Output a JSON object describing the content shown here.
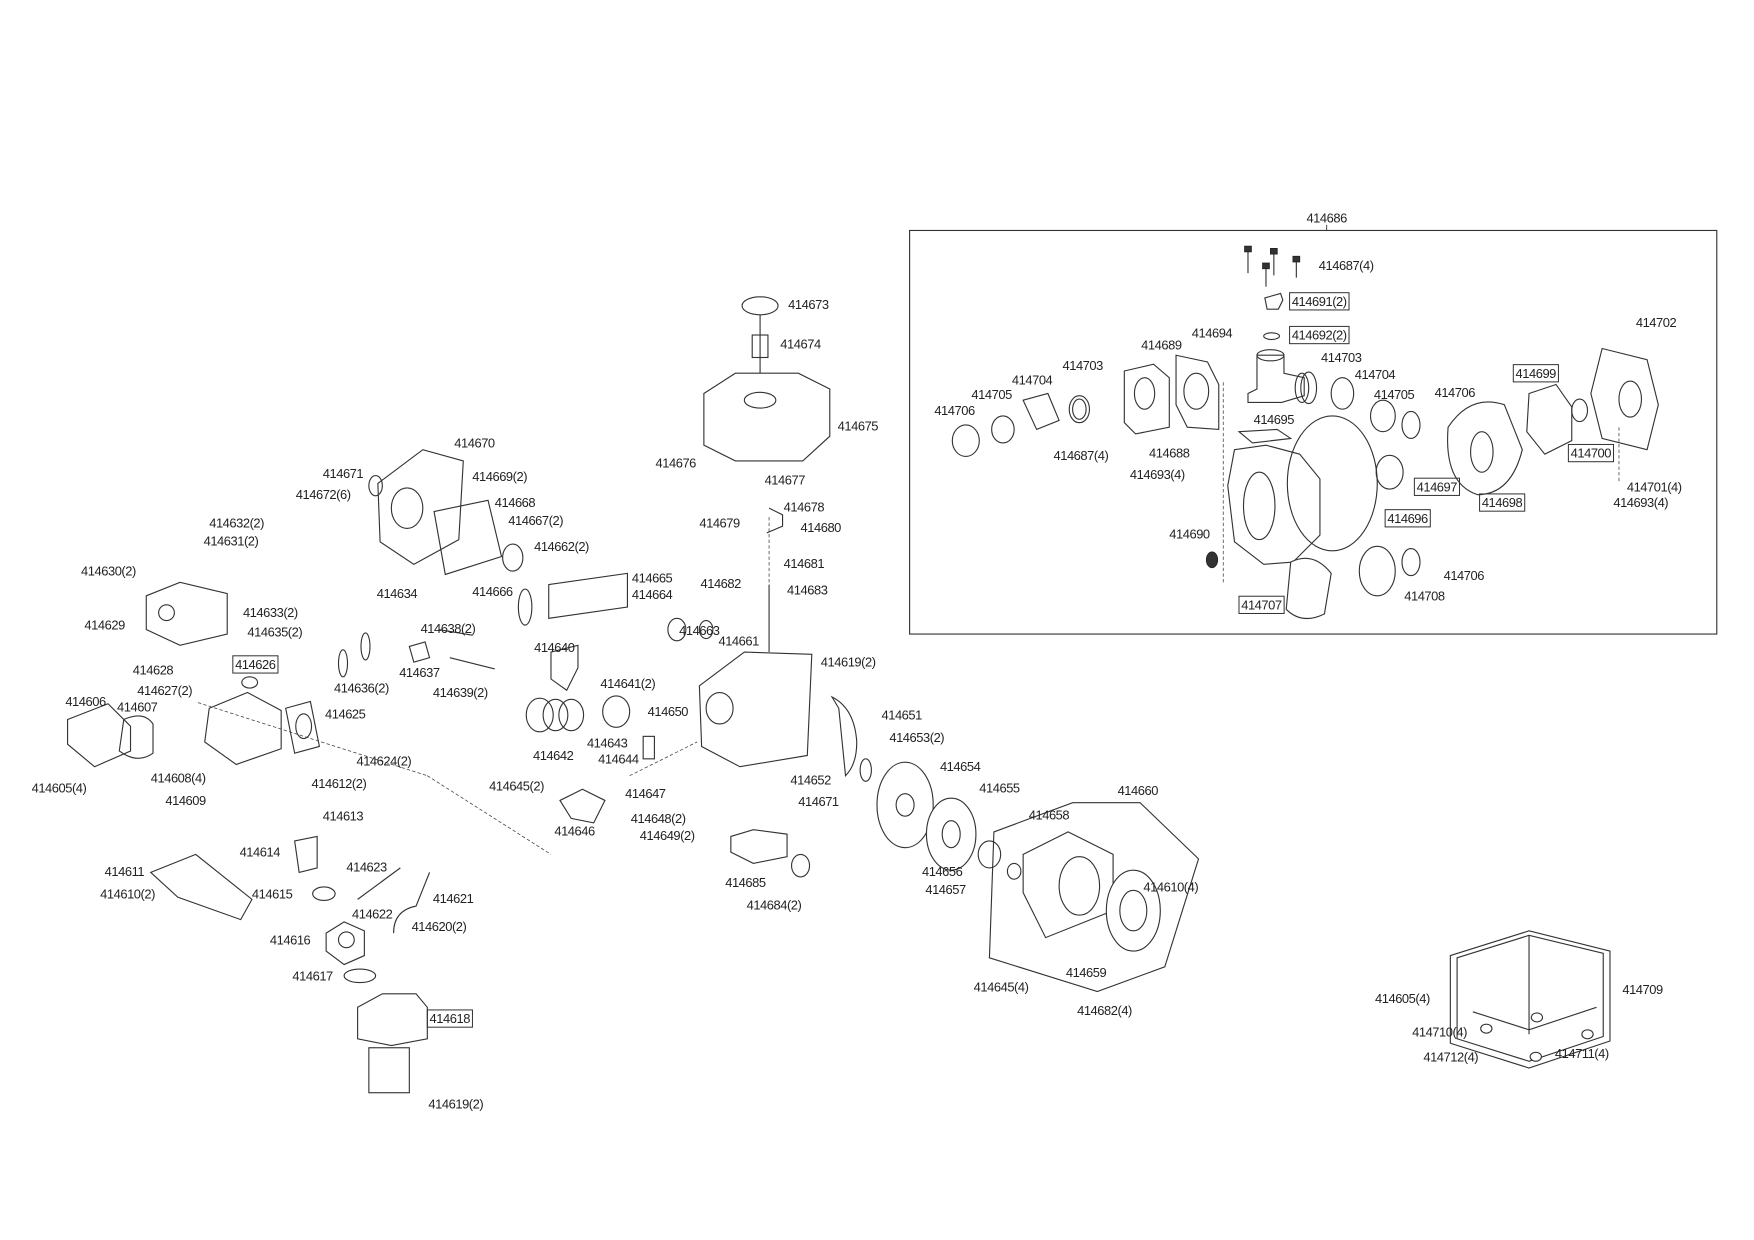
{
  "diagram": {
    "type": "exploded-parts-diagram",
    "pump_assembly_label": "414686",
    "labels": [
      {
        "text": "414686",
        "boxed": false
      },
      {
        "text": "414687(4)",
        "boxed": false
      },
      {
        "text": "414691(2)",
        "boxed": true
      },
      {
        "text": "414692(2)",
        "boxed": true
      },
      {
        "text": "414694",
        "boxed": false
      },
      {
        "text": "414689",
        "boxed": false
      },
      {
        "text": "414703",
        "boxed": false
      },
      {
        "text": "414704",
        "boxed": false
      },
      {
        "text": "414705",
        "boxed": false
      },
      {
        "text": "414706",
        "boxed": false
      },
      {
        "text": "414703",
        "boxed": false
      },
      {
        "text": "414704",
        "boxed": false
      },
      {
        "text": "414705",
        "boxed": false
      },
      {
        "text": "414706",
        "boxed": false
      },
      {
        "text": "414699",
        "boxed": true
      },
      {
        "text": "414702",
        "boxed": false
      },
      {
        "text": "414700",
        "boxed": true
      },
      {
        "text": "414701(4)",
        "boxed": false
      },
      {
        "text": "414693(4)",
        "boxed": false
      },
      {
        "text": "414698",
        "boxed": true
      },
      {
        "text": "414697",
        "boxed": true
      },
      {
        "text": "414696",
        "boxed": true
      },
      {
        "text": "414695",
        "boxed": false
      },
      {
        "text": "414687(4)",
        "boxed": false
      },
      {
        "text": "414688",
        "boxed": false
      },
      {
        "text": "414693(4)",
        "boxed": false
      },
      {
        "text": "414690",
        "boxed": false
      },
      {
        "text": "414706",
        "boxed": false
      },
      {
        "text": "414708",
        "boxed": false
      },
      {
        "text": "414707",
        "boxed": true
      },
      {
        "text": "414673",
        "boxed": false
      },
      {
        "text": "414674",
        "boxed": false
      },
      {
        "text": "414675",
        "boxed": false
      },
      {
        "text": "414676",
        "boxed": false
      },
      {
        "text": "414677",
        "boxed": false
      },
      {
        "text": "414678",
        "boxed": false
      },
      {
        "text": "414679",
        "boxed": false
      },
      {
        "text": "414680",
        "boxed": false
      },
      {
        "text": "414681",
        "boxed": false
      },
      {
        "text": "414682",
        "boxed": false
      },
      {
        "text": "414683",
        "boxed": false
      },
      {
        "text": "414670",
        "boxed": false
      },
      {
        "text": "414671",
        "boxed": false
      },
      {
        "text": "414669(2)",
        "boxed": false
      },
      {
        "text": "414672(6)",
        "boxed": false
      },
      {
        "text": "414668",
        "boxed": false
      },
      {
        "text": "414667(2)",
        "boxed": false
      },
      {
        "text": "414662(2)",
        "boxed": false
      },
      {
        "text": "414632(2)",
        "boxed": false
      },
      {
        "text": "414631(2)",
        "boxed": false
      },
      {
        "text": "414630(2)",
        "boxed": false
      },
      {
        "text": "414634",
        "boxed": false
      },
      {
        "text": "414666",
        "boxed": false
      },
      {
        "text": "414665",
        "boxed": false
      },
      {
        "text": "414664",
        "boxed": false
      },
      {
        "text": "414629",
        "boxed": false
      },
      {
        "text": "414633(2)",
        "boxed": false
      },
      {
        "text": "414635(2)",
        "boxed": false
      },
      {
        "text": "414663",
        "boxed": false
      },
      {
        "text": "414661",
        "boxed": false
      },
      {
        "text": "414638(2)",
        "boxed": false
      },
      {
        "text": "414619(2)",
        "boxed": false
      },
      {
        "text": "414640",
        "boxed": false
      },
      {
        "text": "414628",
        "boxed": false
      },
      {
        "text": "414626",
        "boxed": true
      },
      {
        "text": "414637",
        "boxed": false
      },
      {
        "text": "414627(2)",
        "boxed": false
      },
      {
        "text": "414636(2)",
        "boxed": false
      },
      {
        "text": "414639(2)",
        "boxed": false
      },
      {
        "text": "414641(2)",
        "boxed": false
      },
      {
        "text": "414606",
        "boxed": false
      },
      {
        "text": "414607",
        "boxed": false
      },
      {
        "text": "414625",
        "boxed": false
      },
      {
        "text": "414650",
        "boxed": false
      },
      {
        "text": "414651",
        "boxed": false
      },
      {
        "text": "414653(2)",
        "boxed": false
      },
      {
        "text": "414642",
        "boxed": false
      },
      {
        "text": "414643",
        "boxed": false
      },
      {
        "text": "414644",
        "boxed": false
      },
      {
        "text": "414624(2)",
        "boxed": false
      },
      {
        "text": "414608(4)",
        "boxed": false
      },
      {
        "text": "414605(4)",
        "boxed": false
      },
      {
        "text": "414652",
        "boxed": false
      },
      {
        "text": "414654",
        "boxed": false
      },
      {
        "text": "414655",
        "boxed": false
      },
      {
        "text": "414645(2)",
        "boxed": false
      },
      {
        "text": "414647",
        "boxed": false
      },
      {
        "text": "414612(2)",
        "boxed": false
      },
      {
        "text": "414609",
        "boxed": false
      },
      {
        "text": "414671",
        "boxed": false
      },
      {
        "text": "414660",
        "boxed": false
      },
      {
        "text": "414658",
        "boxed": false
      },
      {
        "text": "414648(2)",
        "boxed": false
      },
      {
        "text": "414649(2)",
        "boxed": false
      },
      {
        "text": "414646",
        "boxed": false
      },
      {
        "text": "414613",
        "boxed": false
      },
      {
        "text": "414611",
        "boxed": false
      },
      {
        "text": "414610(2)",
        "boxed": false
      },
      {
        "text": "414614",
        "boxed": false
      },
      {
        "text": "414623",
        "boxed": false
      },
      {
        "text": "414615",
        "boxed": false
      },
      {
        "text": "414621",
        "boxed": false
      },
      {
        "text": "414622",
        "boxed": false
      },
      {
        "text": "414620(2)",
        "boxed": false
      },
      {
        "text": "414616",
        "boxed": false
      },
      {
        "text": "414685",
        "boxed": false
      },
      {
        "text": "414684(2)",
        "boxed": false
      },
      {
        "text": "414656",
        "boxed": false
      },
      {
        "text": "414657",
        "boxed": false
      },
      {
        "text": "414610(4)",
        "boxed": false
      },
      {
        "text": "414617",
        "boxed": false
      },
      {
        "text": "414645(4)",
        "boxed": false
      },
      {
        "text": "414659",
        "boxed": false
      },
      {
        "text": "414682(4)",
        "boxed": false
      },
      {
        "text": "414618",
        "boxed": true
      },
      {
        "text": "414619(2)",
        "boxed": false
      },
      {
        "text": "414709",
        "boxed": false
      },
      {
        "text": "414605(4)",
        "boxed": false
      },
      {
        "text": "414710(4)",
        "boxed": false
      },
      {
        "text": "414712(4)",
        "boxed": false
      },
      {
        "text": "414711(4)",
        "boxed": false
      }
    ]
  }
}
